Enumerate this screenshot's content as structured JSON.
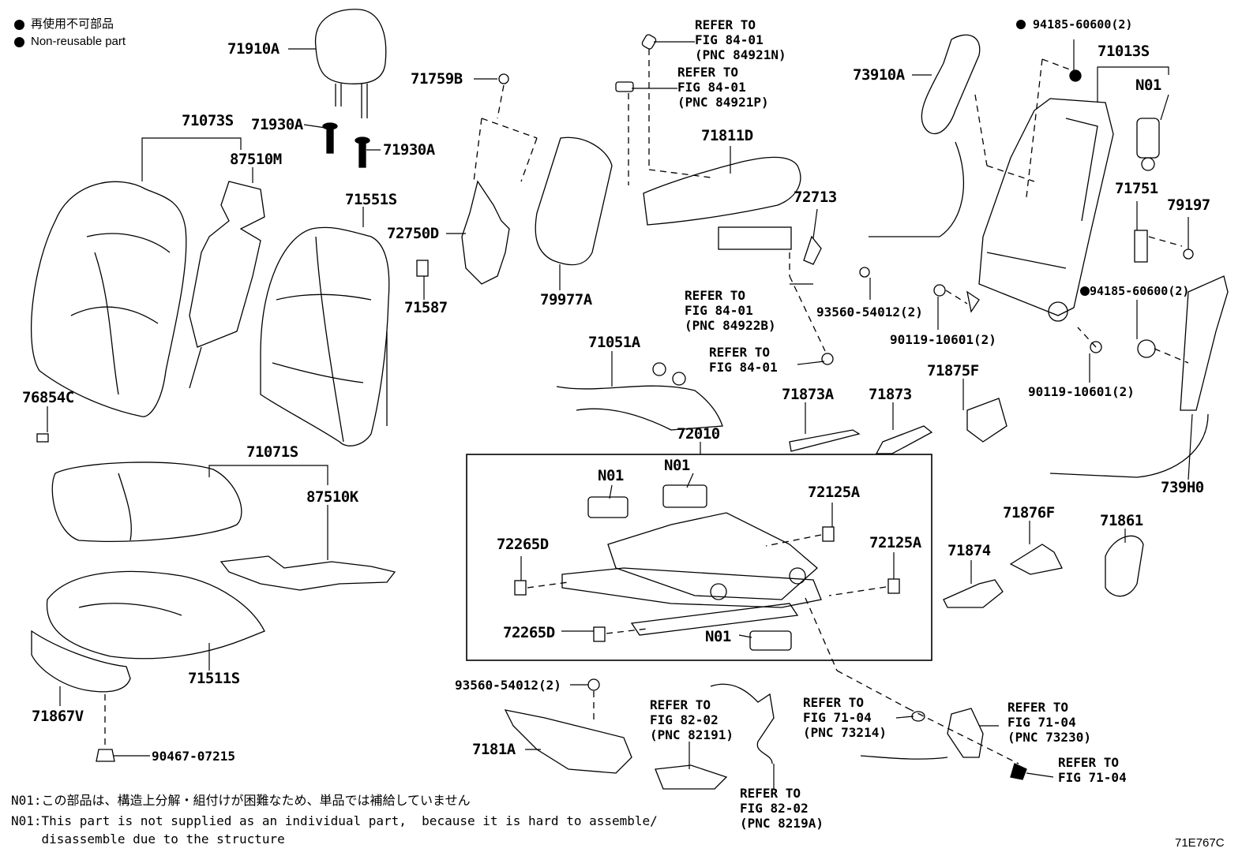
{
  "legend": {
    "jp": "再使用不可部品",
    "en": "Non-reusable part"
  },
  "parts": {
    "p71910A": "71910A",
    "p71073S": "71073S",
    "p71930A_1": "71930A",
    "p71930A_2": "71930A",
    "p87510M": "87510M",
    "p71551S": "71551S",
    "p71759B": "71759B",
    "p72750D": "72750D",
    "p71587": "71587",
    "p79977A": "79977A",
    "p71811D": "71811D",
    "p72713": "72713",
    "p73910A": "73910A",
    "p94185a": "94185-60600(2)",
    "p71013S": "71013S",
    "pN01a": "N01",
    "p71751": "71751",
    "p79197": "79197",
    "p94185b": "94185-60600(2)",
    "p93560a": "93560-54012(2)",
    "p90119a": "90119-10601(2)",
    "p90119b": "90119-10601(2)",
    "p76854C": "76854C",
    "p71051A": "71051A",
    "p71873A": "71873A",
    "p71873": "71873",
    "p71875F": "71875F",
    "p739H0": "739H0",
    "p71071S": "71071S",
    "p87510K": "87510K",
    "p72010": "72010",
    "pN01b": "N01",
    "pN01c": "N01",
    "p72125A_1": "72125A",
    "p72125A_2": "72125A",
    "p72265D_1": "72265D",
    "p72265D_2": "72265D",
    "pN01d": "N01",
    "p71876F": "71876F",
    "p71861": "71861",
    "p71874": "71874",
    "p71511S": "71511S",
    "p71867V": "71867V",
    "p90467": "90467-07215",
    "p93560b": "93560-54012(2)",
    "p7181A": "7181A"
  },
  "refs": {
    "r1": "REFER TO\nFIG 84-01\n(PNC 84921N)",
    "r2": "REFER TO\nFIG 84-01\n(PNC 84921P)",
    "r3": "REFER TO\nFIG 84-01\n(PNC 84922B)",
    "r4": "REFER TO\nFIG 84-01",
    "r5": "REFER TO\nFIG 82-02\n(PNC 82191)",
    "r6": "REFER TO\nFIG 71-04\n(PNC 73214)",
    "r7": "REFER TO\nFIG 71-04\n(PNC 73230)",
    "r8": "REFER TO\nFIG 71-04",
    "r9": "REFER TO\nFIG 82-02\n(PNC 8219A)"
  },
  "notes": {
    "jp": "N01:この部品は、構造上分解・組付けが困難なため、単品では補給していません",
    "en1": "N01:This part is not supplied as an individual part,  because it is hard to assemble/",
    "en2": "    disassemble due to the structure"
  },
  "figure_id": "71E767C"
}
